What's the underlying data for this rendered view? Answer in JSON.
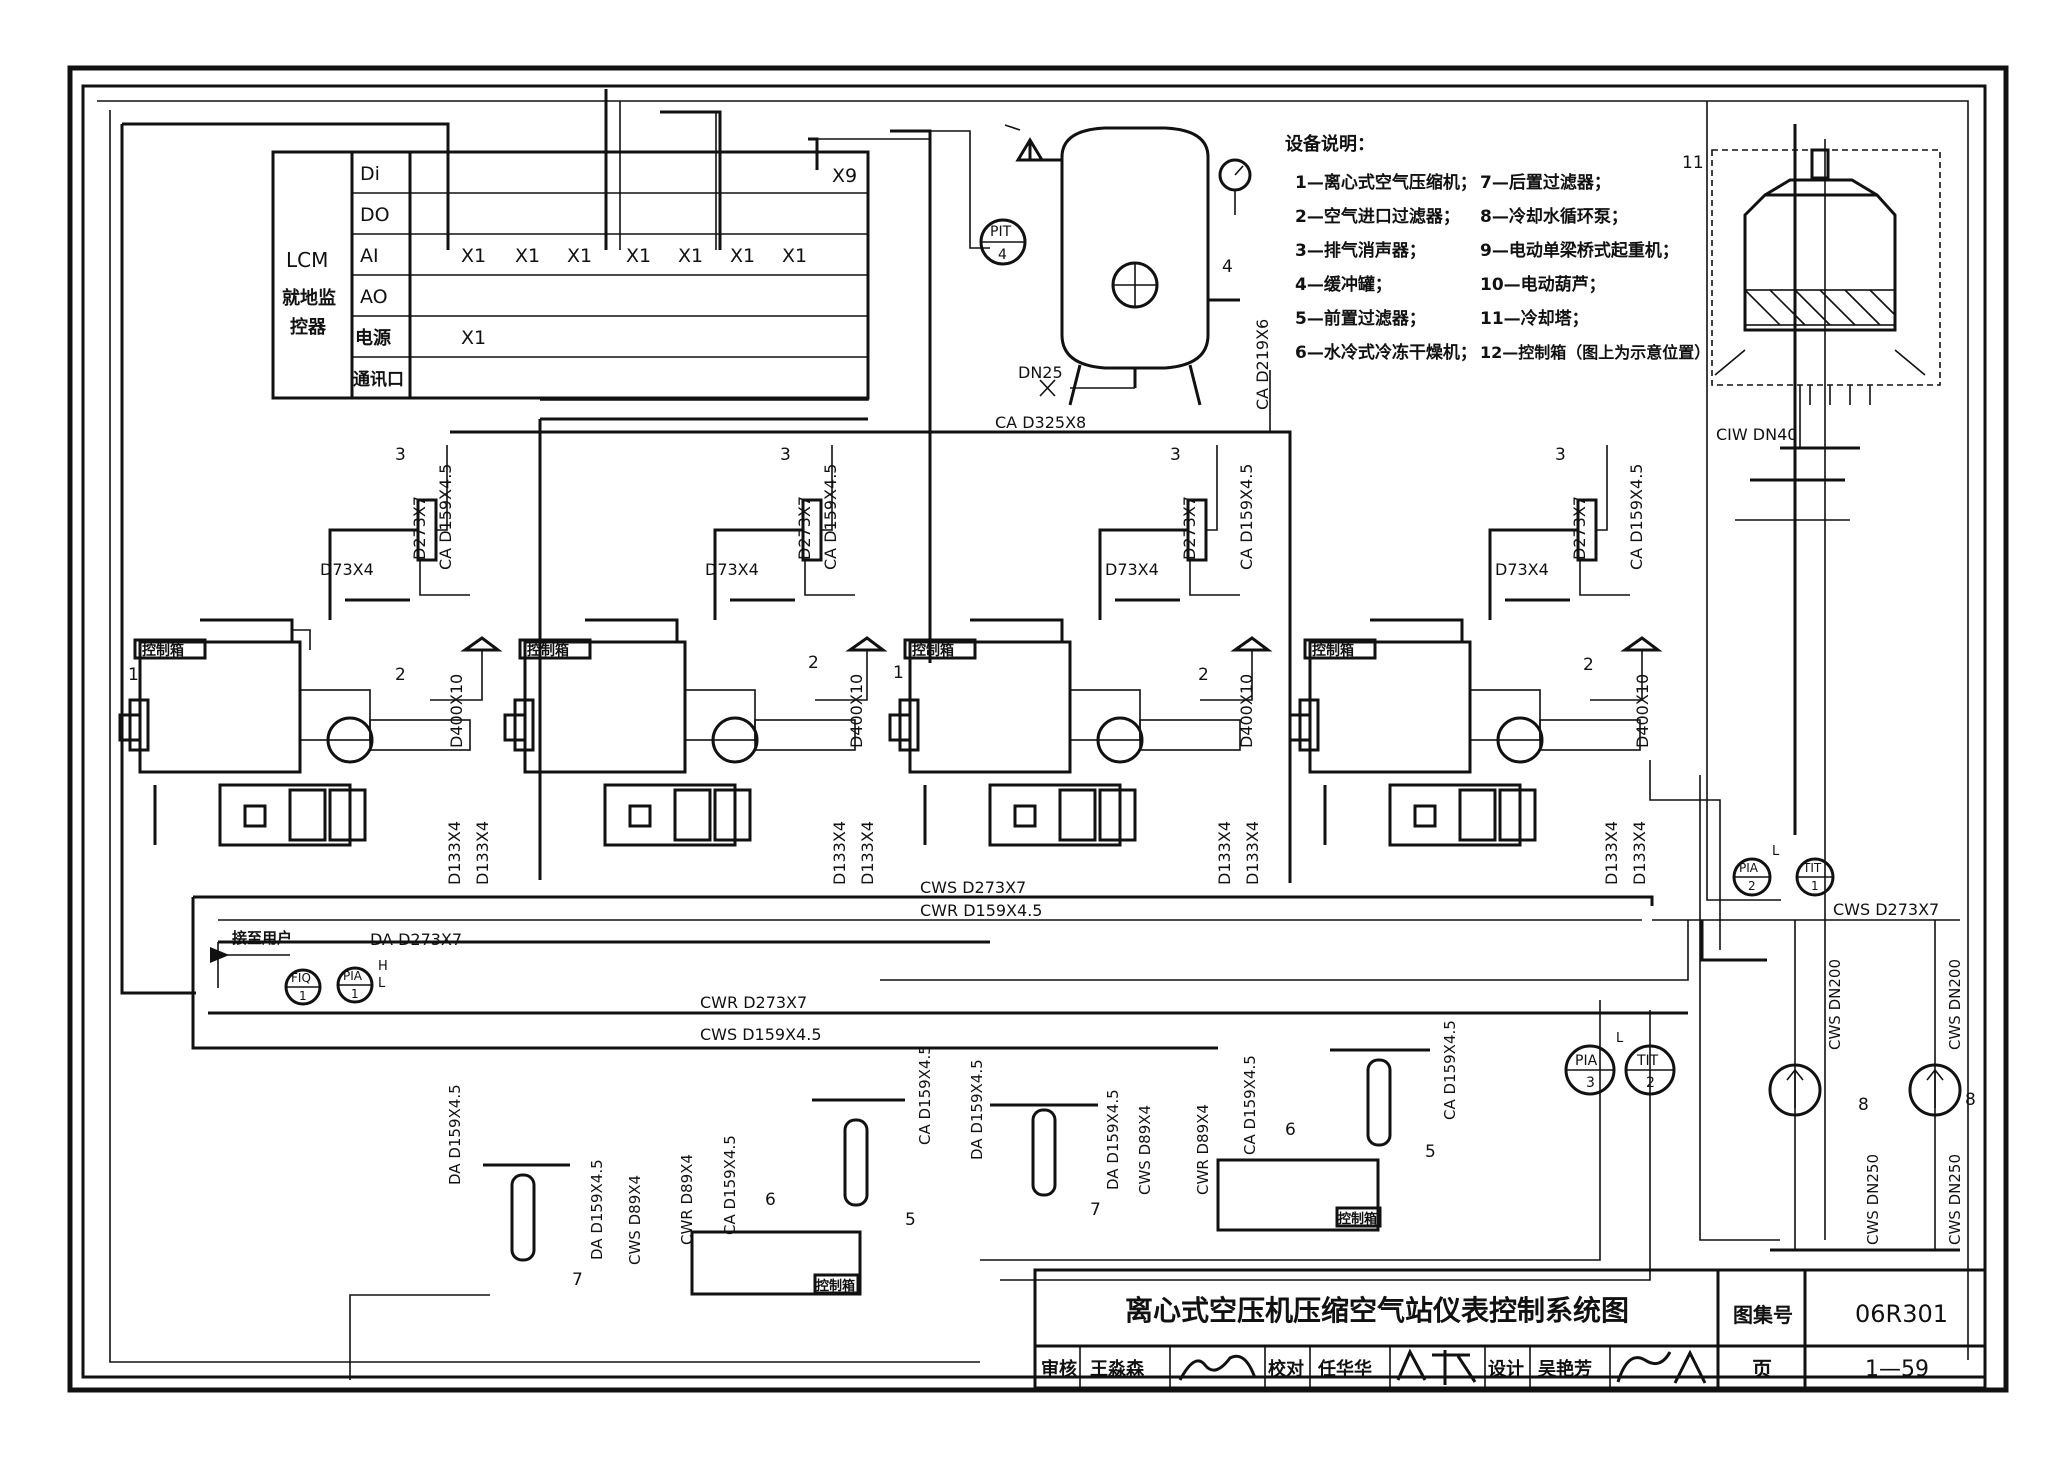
{
  "lcm": {
    "title": "LCM",
    "subtitle_1": "就地监",
    "subtitle_2": "控器",
    "rows": [
      "Di",
      "DO",
      "AI",
      "AO",
      "电源",
      "通讯口"
    ],
    "x9": "X9",
    "x1": "X1"
  },
  "legend": {
    "title": "设备说明：",
    "items": [
      "1—离心式空气压缩机；",
      "7—后置过滤器；",
      "2—空气进口过滤器；",
      "8—冷却水循环泵；",
      "3—排气消声器；",
      "9—电动单梁桥式起重机；",
      "4—缓冲罐；",
      "10—电动葫芦；",
      "5—前置过滤器；",
      "11—冷却塔；",
      "6—水冷式冷冻干燥机；",
      "12—控制箱（图上为示意位置）"
    ]
  },
  "pipes": {
    "ca_d325": "CA  D325X8",
    "ca_d219": "CA  D219X6",
    "dn25": "DN25",
    "ciw": "CIW  DN40",
    "d273x7": "D273X7",
    "ca_d159": "CA  D159X4.5",
    "d73x4": "D73X4",
    "d400x10": "D400X10",
    "d133x4": "D133X4",
    "cws_d273": "CWS  D273X7",
    "cwr_d159": "CWR  D159X4.5",
    "da_d273": "DA  D273X7",
    "to_user": "接至用户",
    "cwr_d273": "CWR  D273X7",
    "cws_d159": "CWS  D159X4.5",
    "da_d159": "DA  D159X4.5",
    "cws_d89": "CWS  D89X4",
    "cwr_d89": "CWR  D89X4",
    "cws_dn200": "CWS  DN200",
    "cws_dn250": "CWS  DN250",
    "control_box": "控制箱"
  },
  "instruments": {
    "pit": "PIT",
    "pit_n": "4",
    "pia": "PIA",
    "tit": "TIT",
    "fiq": "FIQ",
    "n1": "1",
    "n2": "2",
    "n3": "3",
    "h": "H",
    "l": "L"
  },
  "callouts": [
    "1",
    "2",
    "3",
    "4",
    "5",
    "6",
    "7",
    "8",
    "11"
  ],
  "title_block": {
    "title": "离心式空压机压缩空气站仪表控制系统图",
    "atlas_label": "图集号",
    "atlas_no": "06R301",
    "page_label": "页",
    "page_no": "1—59",
    "review_label": "审核",
    "reviewer": "王淼森",
    "check_label": "校对",
    "checker": "任华华",
    "design_label": "设计",
    "designer": "吴艳芳"
  }
}
